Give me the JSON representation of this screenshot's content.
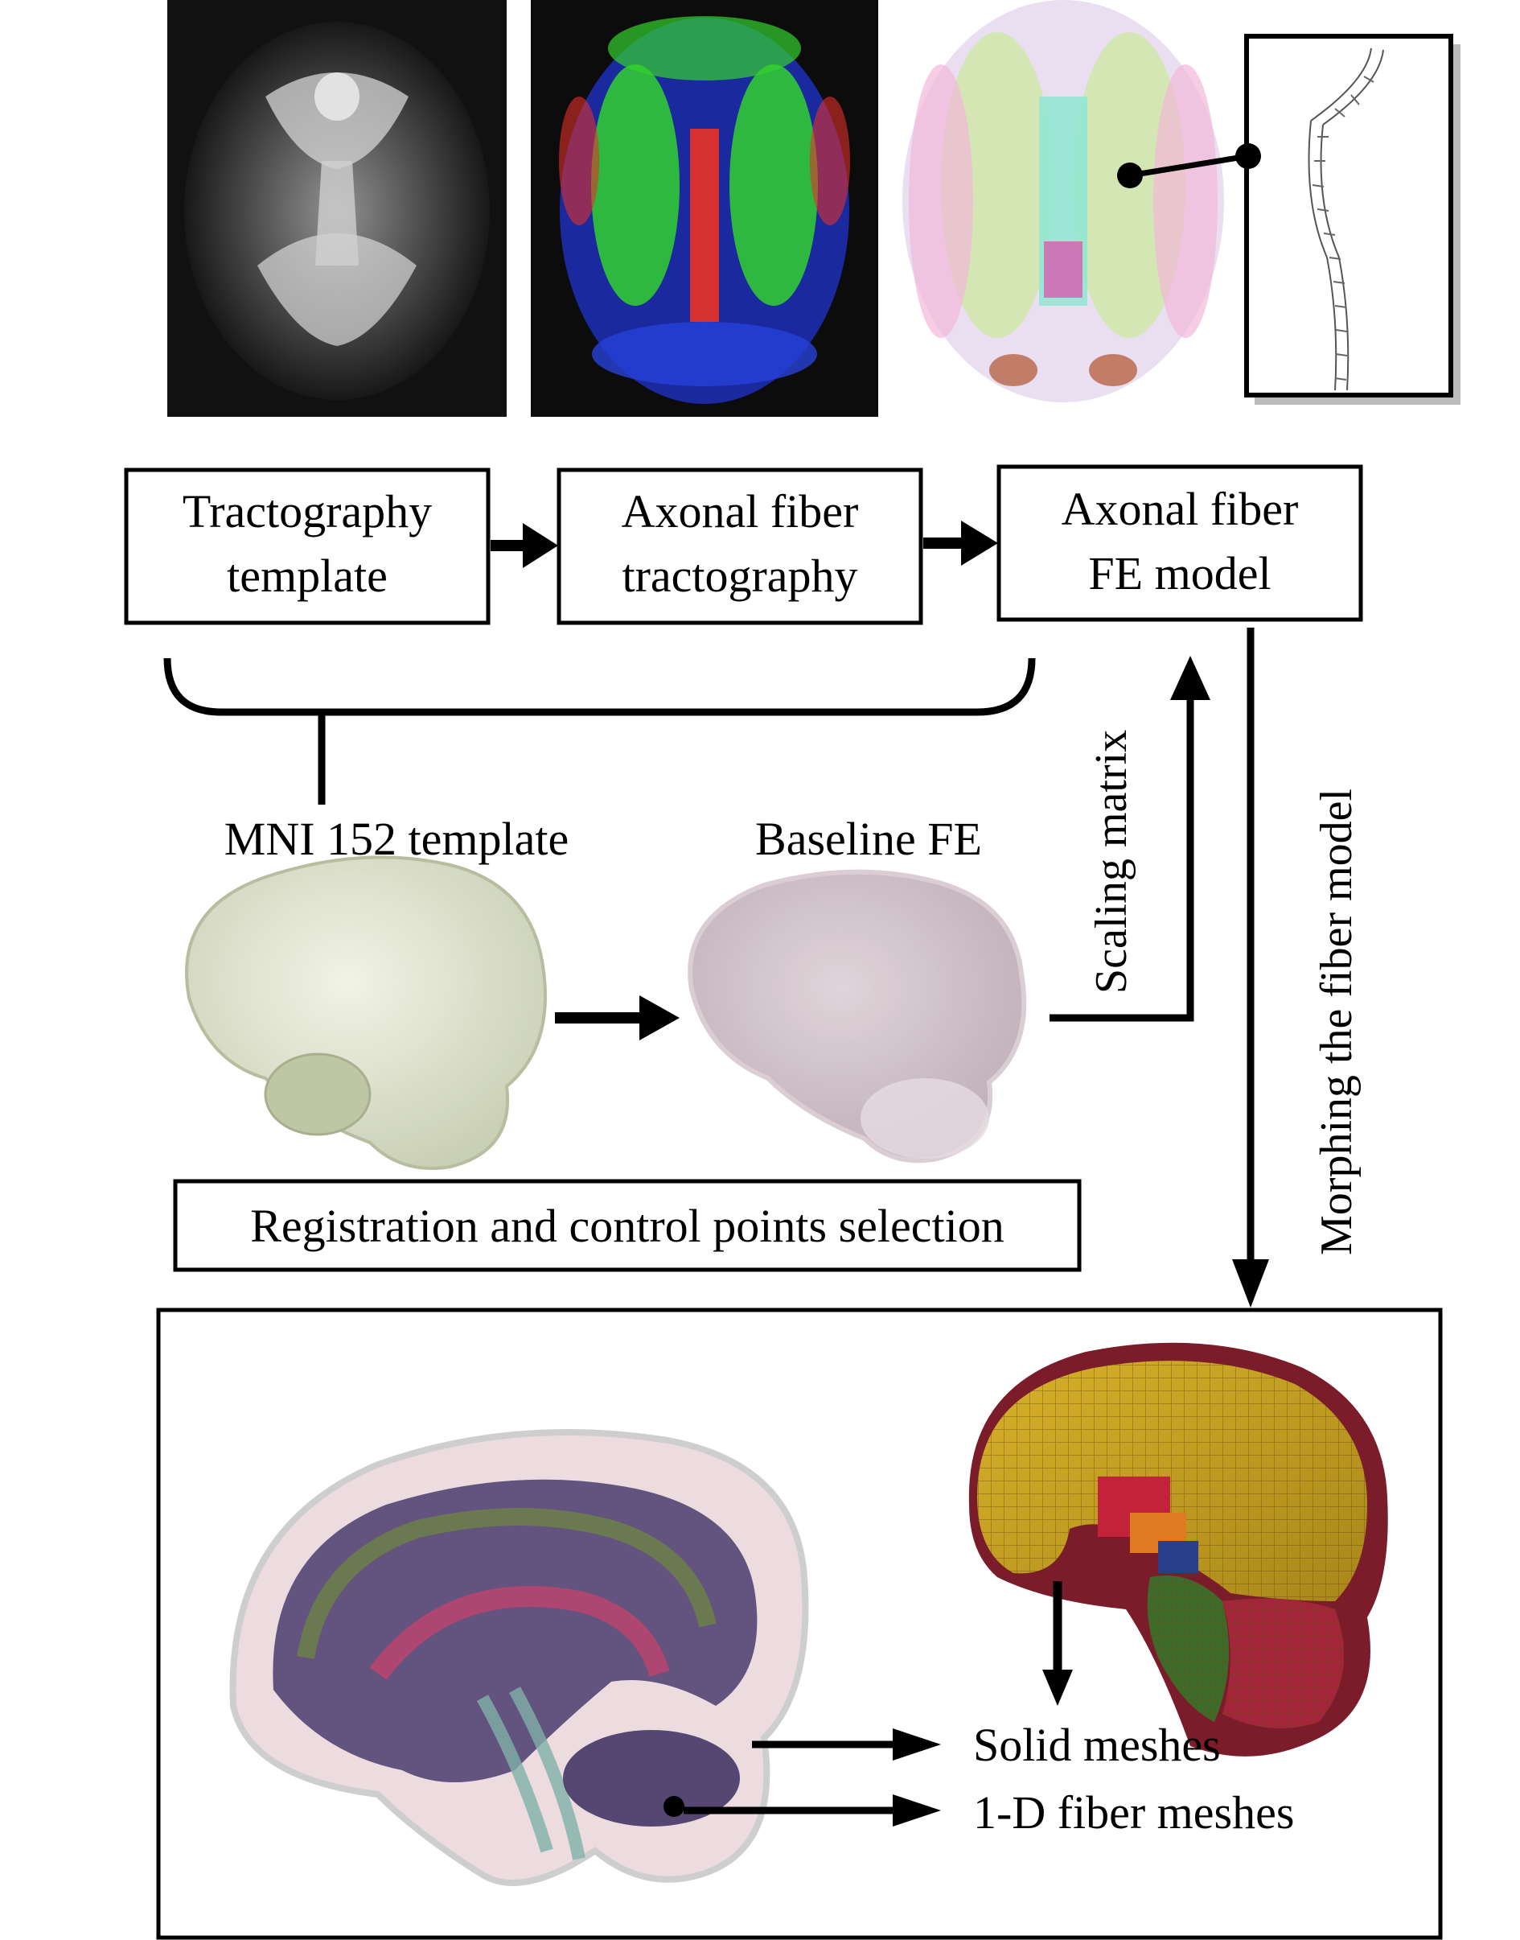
{
  "flow": {
    "box1": {
      "line1": "Tractography",
      "line2": "template"
    },
    "box2": {
      "line1": "Axonal fiber",
      "line2": "tractography"
    },
    "box3": {
      "line1": "Axonal fiber",
      "line2": "FE model"
    }
  },
  "labels": {
    "mni": "MNI 152 template",
    "baseline": "Baseline FE",
    "scaling": "Scaling matrix",
    "morphing": "Morphing the fiber model",
    "registration": "Registration and control points selection"
  },
  "outputs": {
    "solid": "Solid meshes",
    "fiber": "1-D fiber meshes"
  },
  "colors": {
    "fiber_red": "#e0302a",
    "fiber_green": "#33d12e",
    "fiber_blue": "#2741d8",
    "mni_brain": "#dfe3cf",
    "baseline_brain": "#cbb9c2",
    "mesh_yellow": "#c9a21f",
    "mesh_maroon": "#7a1c2a"
  }
}
